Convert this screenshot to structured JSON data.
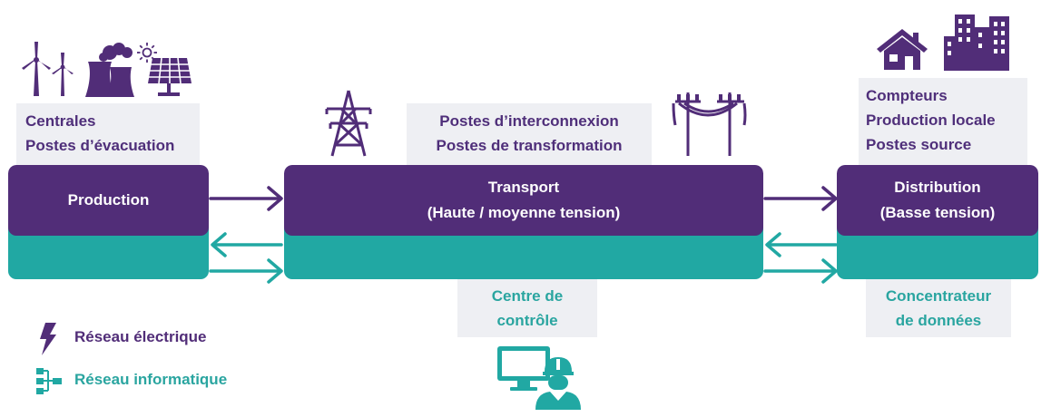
{
  "colors": {
    "electric": "#512d78",
    "it": "#21a8a3",
    "caption_bg": "#eeeff3"
  },
  "production": {
    "label": "Production",
    "caption": [
      "Centrales",
      "Postes d’évacuation"
    ],
    "icons": [
      "wind-turbine-icon",
      "power-plant-icon",
      "sun-icon",
      "solar-panel-icon"
    ]
  },
  "transport": {
    "label": [
      "Transport",
      "(Haute / moyenne tension)"
    ],
    "caption": [
      "Postes d’interconnexion",
      "Postes de transformation"
    ],
    "icons": [
      "pylon-icon",
      "power-line-pole-icon"
    ]
  },
  "distribution": {
    "label": [
      "Distribution",
      "(Basse tension)"
    ],
    "caption": [
      "Compteurs",
      "Production locale",
      "Postes source"
    ],
    "icons": [
      "house-icon",
      "buildings-icon"
    ]
  },
  "control_center": {
    "caption": [
      "Centre de",
      "contrôle"
    ],
    "icons": [
      "monitor-icon",
      "operator-icon"
    ]
  },
  "data_concentrator": {
    "caption": [
      "Concentrateur",
      "de données"
    ]
  },
  "legend": [
    {
      "label": "Réseau électrique",
      "icon": "lightning-icon"
    },
    {
      "label": "Réseau informatique",
      "icon": "network-icon"
    }
  ]
}
